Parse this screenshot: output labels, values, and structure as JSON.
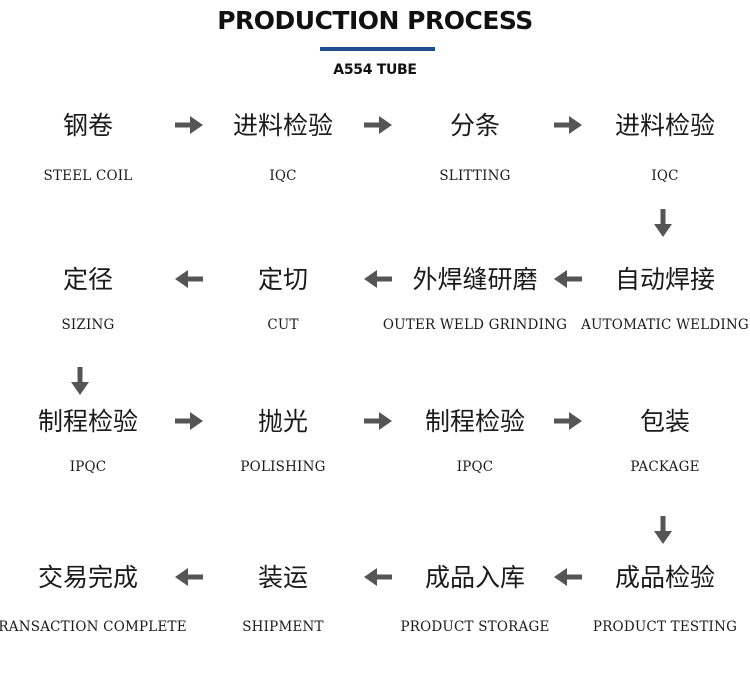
{
  "header": {
    "title": "PRODUCTION PROCESS",
    "subtitle": "A554 TUBE",
    "accent_color": "#1f4e91"
  },
  "arrow_color": "#555555",
  "arrow_icon": "arrow-icon",
  "rows": [
    {
      "direction": "right",
      "steps": [
        {
          "cn": "钢卷",
          "en": "STEEL COIL"
        },
        {
          "cn": "进料检验",
          "en": "IQC"
        },
        {
          "cn": "分条",
          "en": "SLITTING"
        },
        {
          "cn": "进料检验",
          "en": "IQC"
        }
      ]
    },
    {
      "direction": "left",
      "steps": [
        {
          "cn": "定径",
          "en": "SIZING"
        },
        {
          "cn": "定切",
          "en": "CUT"
        },
        {
          "cn": "外焊缝研磨",
          "en": "OUTER WELD GRINDING"
        },
        {
          "cn": "自动焊接",
          "en": "AUTOMATIC WELDING"
        }
      ]
    },
    {
      "direction": "right",
      "steps": [
        {
          "cn": "制程检验",
          "en": "IPQC"
        },
        {
          "cn": "抛光",
          "en": "POLISHING"
        },
        {
          "cn": "制程检验",
          "en": "IPQC"
        },
        {
          "cn": "包装",
          "en": "PACKAGE"
        }
      ]
    },
    {
      "direction": "left",
      "steps": [
        {
          "cn": "交易完成",
          "en": "TRANSACTION COMPLETE"
        },
        {
          "cn": "装运",
          "en": "SHIPMENT"
        },
        {
          "cn": "成品入库",
          "en": "PRODUCT STORAGE"
        },
        {
          "cn": "成品检验",
          "en": "PRODUCT TESTING"
        }
      ]
    }
  ],
  "row_links": [
    "down-right",
    "down-left",
    "down-right"
  ]
}
